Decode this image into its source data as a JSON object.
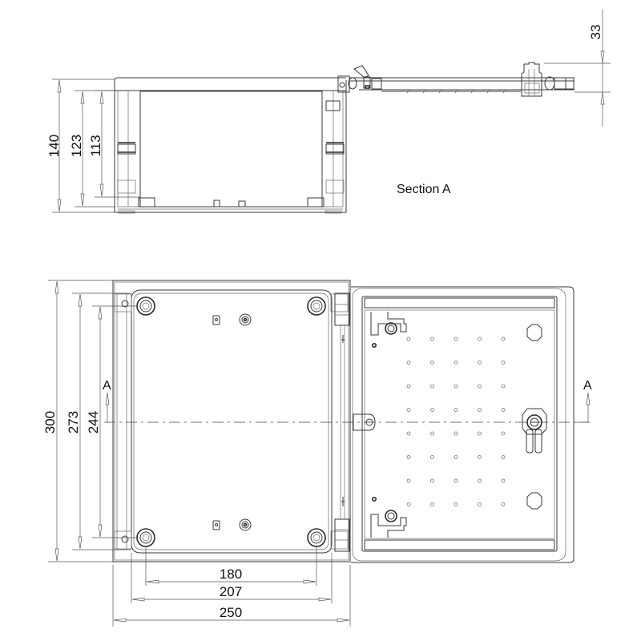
{
  "drawing": {
    "section_view": {
      "title": "Section A",
      "dimensions": {
        "overall_height": "140",
        "body_height": "123",
        "inner_height": "113",
        "lid_thickness": "33"
      }
    },
    "front_view": {
      "section_marker_left": "A",
      "section_marker_right": "A",
      "dimensions": {
        "overall_height": "300",
        "body_height": "273",
        "mounting_height": "244",
        "mounting_width": "180",
        "body_width": "207",
        "overall_width": "250"
      },
      "door_hole_grid": {
        "columns": 5,
        "rows": 8
      }
    }
  },
  "colors": {
    "line": "#3a3a3a",
    "dimension": "#555555",
    "background": "#ffffff"
  }
}
